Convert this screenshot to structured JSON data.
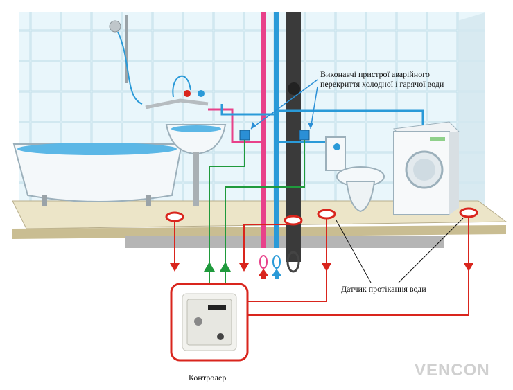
{
  "labels": {
    "valves_line1": "Виконавчі пристрої аварійного",
    "valves_line2": "перекриття холодної і гарячої води",
    "sensor": "Датчик протікання води",
    "controller": "Контролер"
  },
  "watermark": "VENCON",
  "colors": {
    "signal_red": "#d9251d",
    "control_green": "#1f9a3c",
    "hot_pipe": "#e8418a",
    "cold_pipe": "#2a9ad8",
    "callout_blue": "#2a8fd6"
  }
}
